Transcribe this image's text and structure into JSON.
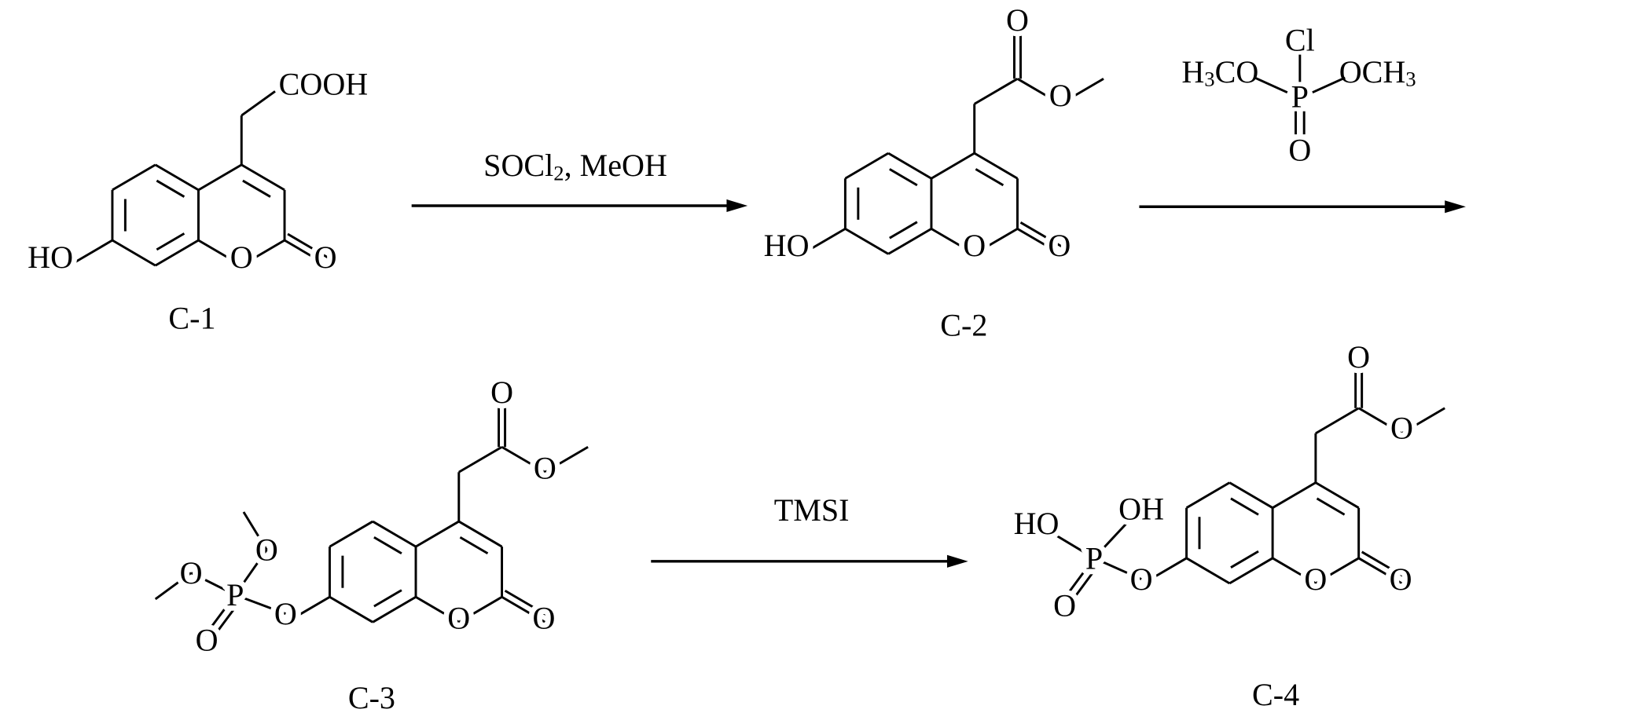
{
  "compounds": [
    {
      "label": "C-1",
      "substituent": "COOH",
      "ring_oxygen": "O",
      "carbonyl_oxygen": "O",
      "c7_group": "HO"
    },
    {
      "label": "C-2",
      "ring_oxygen": "O",
      "carbonyl_oxygen": "O",
      "c7_group": "HO",
      "ester_carbonyl_o": "O",
      "ester_o": "O"
    },
    {
      "label": "C-3",
      "ring_oxygen": "O",
      "carbonyl_oxygen": "O",
      "ester_carbonyl_o": "O",
      "ester_o": "O",
      "phosphate": {
        "link_o": "O",
        "p": "P",
        "double_o": "O",
        "ome_o1": "O",
        "ome_o2": "O"
      }
    },
    {
      "label": "C-4",
      "ring_oxygen": "O",
      "carbonyl_oxygen": "O",
      "ester_carbonyl_o": "O",
      "ester_o": "O",
      "phosphate": {
        "link_o": "O",
        "p": "P",
        "double_o": "O",
        "oh1": "HO",
        "oh2": "OH"
      }
    }
  ],
  "reactions": [
    {
      "reagent_main": "SOCl",
      "reagent_sub": "2",
      "reagent_rest": ", MeOH"
    },
    {
      "reagent_structure": {
        "cl": "Cl",
        "p": "P",
        "left": "H",
        "left_sub": "3",
        "left_rest": "CO",
        "right": "OCH",
        "right_sub": "3",
        "o": "O"
      }
    },
    {
      "reagent": "TMSI"
    }
  ]
}
